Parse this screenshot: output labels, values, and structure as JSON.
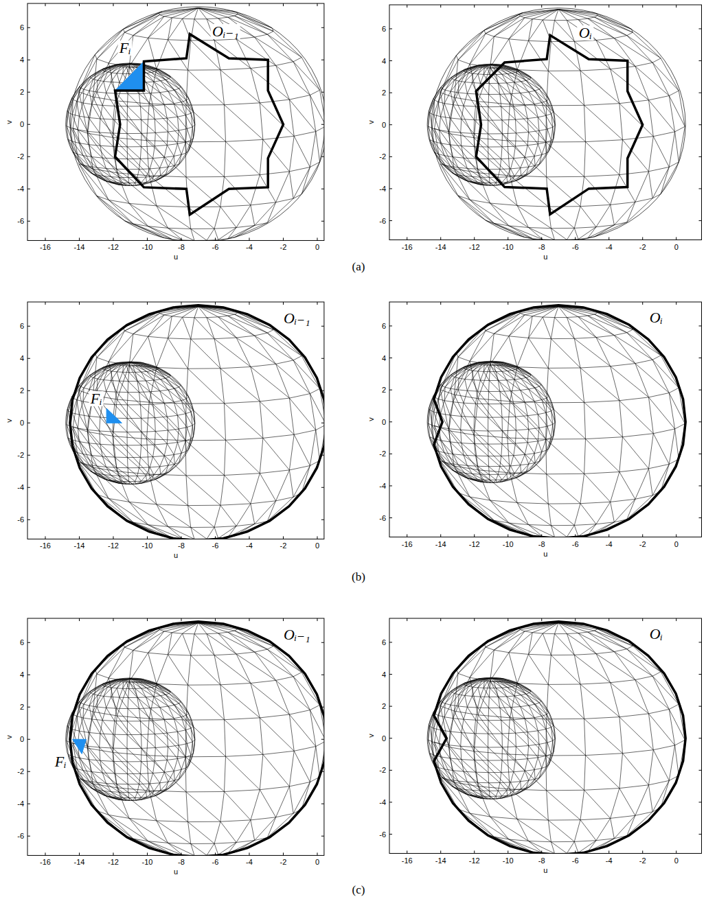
{
  "diagram": {
    "labels": [
      "Fᵢ",
      "Oᵢ₋₁",
      "-16",
      "-14",
      "-12",
      "-10",
      "-8",
      "-6",
      "-4",
      "-2",
      "0",
      "6",
      "4",
      "2",
      "0",
      "-2",
      "-4",
      "-6",
      "u",
      "v",
      "Oᵢ",
      "-16",
      "-14",
      "-12",
      "-10",
      "-8",
      "-6",
      "-4",
      "-2",
      "0",
      "6",
      "4",
      "2",
      "0",
      "-2",
      "-4",
      "-6",
      "u",
      "v",
      "(a)",
      "Fᵢ",
      "Oᵢ₋₁",
      "-16",
      "-14",
      "-12",
      "-10",
      "-8",
      "-6",
      "-4",
      "-2",
      "0",
      "6",
      "4",
      "2",
      "0",
      "-2",
      "-4",
      "-6",
      "u",
      "v",
      "Oᵢ",
      "-16",
      "-14",
      "-12",
      "-10",
      "-8",
      "-6",
      "-4",
      "-2",
      "0",
      "6",
      "4",
      "2",
      "0",
      "-2",
      "-4",
      "-6",
      "u",
      "v",
      "(b)",
      "Fᵢ",
      "Oᵢ₋₁",
      "-16",
      "-14",
      "-12",
      "-10",
      "-8",
      "-6",
      "-4",
      "-2",
      "0",
      "6",
      "4",
      "2",
      "0",
      "-2",
      "-4",
      "-6",
      "u",
      "v",
      "Oᵢ",
      "-16",
      "-14",
      "-12",
      "-10",
      "-8",
      "-6",
      "-4",
      "-2",
      "0",
      "6",
      "4",
      "2",
      "0",
      "-2",
      "-4",
      "-6",
      "u",
      "v",
      "(c)"
    ]
  }
}
